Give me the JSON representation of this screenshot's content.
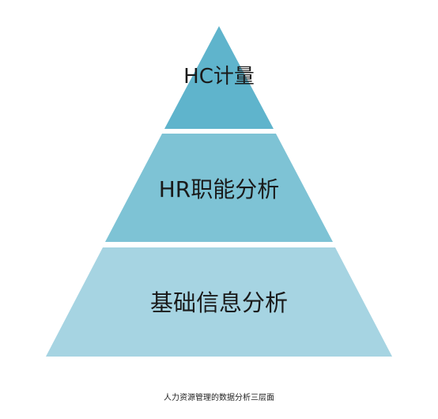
{
  "pyramid": {
    "levels": [
      {
        "label": "HC计量",
        "color": "#5fb4cc"
      },
      {
        "label": "HR职能分析",
        "color": "#7ec3d5"
      },
      {
        "label": "基础信息分析",
        "color": "#a6d4e2"
      }
    ]
  },
  "caption": "人力资源管理的数据分析三层面"
}
